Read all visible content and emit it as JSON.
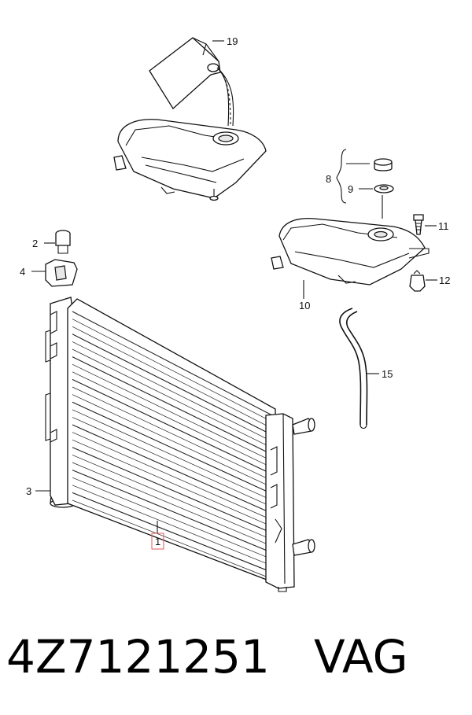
{
  "labels": {
    "c1": "1",
    "c2": "2",
    "c3": "3",
    "c4": "4",
    "c8": "8",
    "c9": "9",
    "c10": "10",
    "c11": "11",
    "c12": "12",
    "c15": "15",
    "c19": "19"
  },
  "footer": {
    "part_number": "4Z7121251",
    "brand": "VAG"
  },
  "colors": {
    "highlight_box": "#e05a5a"
  }
}
